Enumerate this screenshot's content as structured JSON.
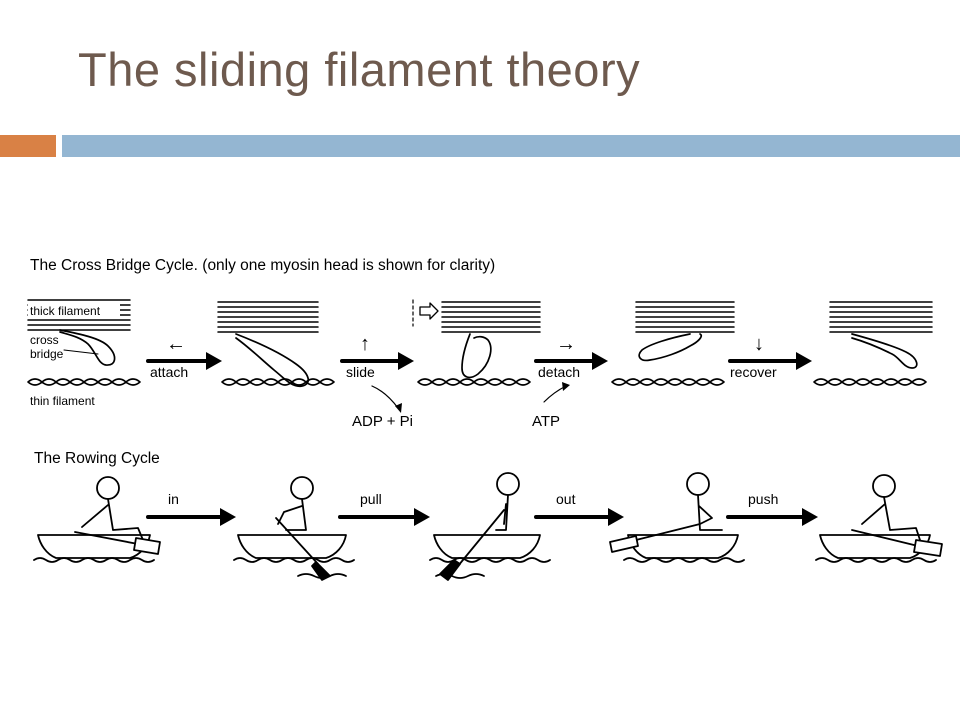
{
  "slide": {
    "title": "The sliding filament theory",
    "colors": {
      "title": "#6e5a4e",
      "accent_orange": "#d98145",
      "accent_blue": "#94b6d2",
      "ink": "#000000"
    }
  },
  "cross_bridge": {
    "heading": "The Cross Bridge Cycle. (only one myosin head is shown for clarity)",
    "labels": {
      "thick": "thick filament",
      "cross": "cross",
      "bridge": "bridge",
      "thin": "thin filament"
    },
    "steps": [
      {
        "label": "attach",
        "arrow_glyph": "←"
      },
      {
        "label": "slide",
        "arrow_glyph": "↑"
      },
      {
        "label": "detach",
        "arrow_glyph": "→"
      },
      {
        "label": "recover",
        "arrow_glyph": "↓"
      }
    ],
    "products": [
      "ADP + Pi",
      "ATP"
    ]
  },
  "rowing": {
    "heading": "The Rowing Cycle",
    "steps": [
      {
        "label": "in"
      },
      {
        "label": "pull"
      },
      {
        "label": "out"
      },
      {
        "label": "push"
      }
    ]
  }
}
